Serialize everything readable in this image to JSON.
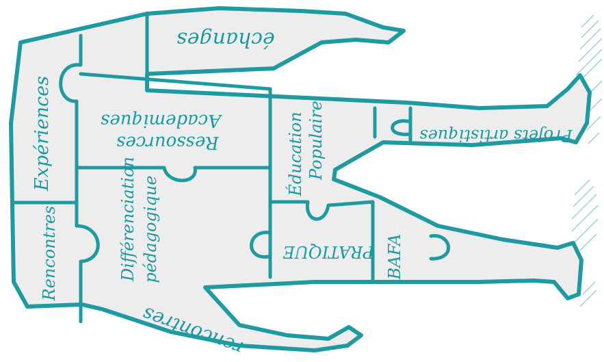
{
  "colors": {
    "outline": "#1f9aa0",
    "fill": "#ededed",
    "text": "#1a9aa0",
    "hatch": "#9ccfd1"
  },
  "pieces": {
    "echanges_top": "échanges",
    "experiences": "Expériences",
    "ressources": "Ressources",
    "academiques": "Academiques",
    "education": "Éducation",
    "populaire": "Populaire",
    "projets_artistiques": "Projets artistiques",
    "differenciation": "Différenciation",
    "pedagogique": "pédagogique",
    "rencontres_left": "Rencontres",
    "pratique": "PRATIQUE",
    "bafa": "BAFA",
    "rencontres_bottom": "rencontres"
  }
}
